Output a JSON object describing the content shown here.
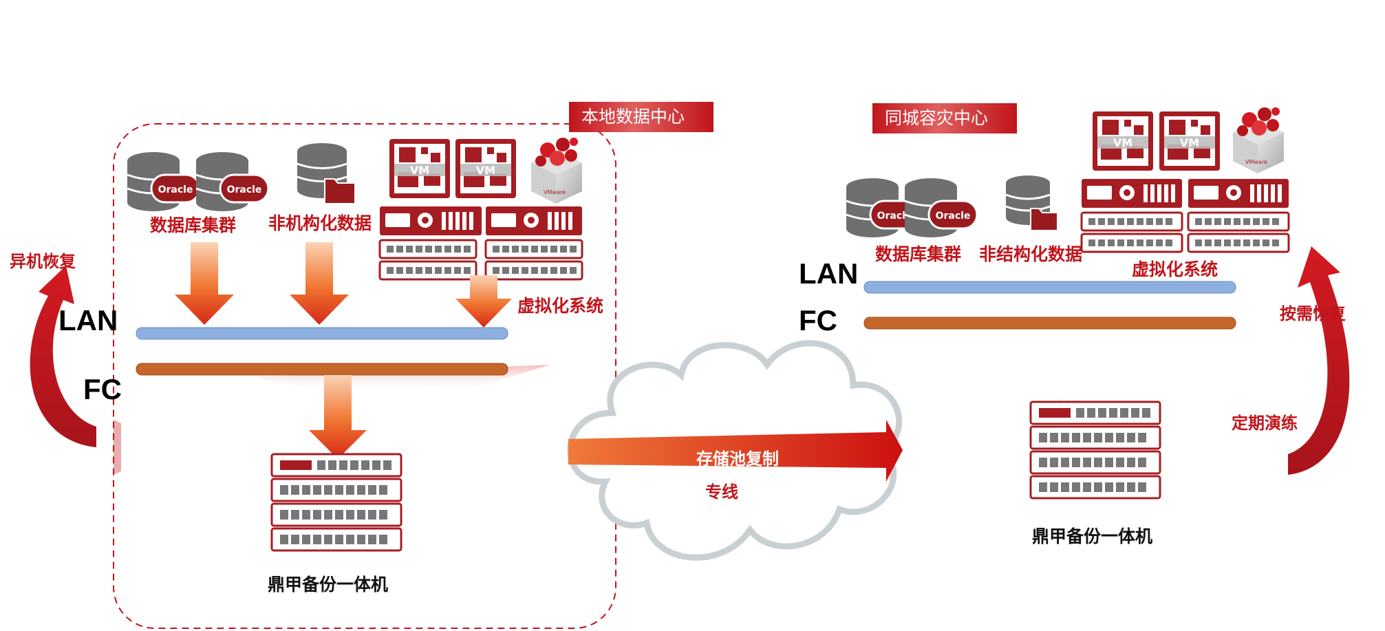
{
  "local_site": {
    "title": "本地数据中心",
    "db_label": "数据库集群",
    "unstructured_label": "非机构化数据",
    "virt_label": "虚拟化系统",
    "appliance_label": "鼎甲备份一体机",
    "lan_label": "LAN",
    "fc_label": "FC"
  },
  "remote_site": {
    "title": "同城容灾中心",
    "db_label": "数据库集群",
    "unstructured_label": "非结构化数据",
    "virt_label": "虚拟化系统",
    "appliance_label": "鼎甲备份一体机",
    "lan_label": "LAN",
    "fc_label": "FC"
  },
  "links": {
    "replication_label": "存储池复制",
    "line_label": "专线"
  },
  "recovery": {
    "left_label": "异机恢复",
    "right_top_label": "按需恢复",
    "right_bottom_label": "定期演练"
  },
  "icons": {
    "oracle_text": "Oracle",
    "vm_text": "VM",
    "vmware_text": "VMware"
  },
  "colors": {
    "brand_red": "#c0151b",
    "dark_red": "#9a1b1f",
    "lan_blue": "#8db0e0",
    "fc_orange": "#c5662a",
    "arrow_orange": "#ee6a2a"
  }
}
